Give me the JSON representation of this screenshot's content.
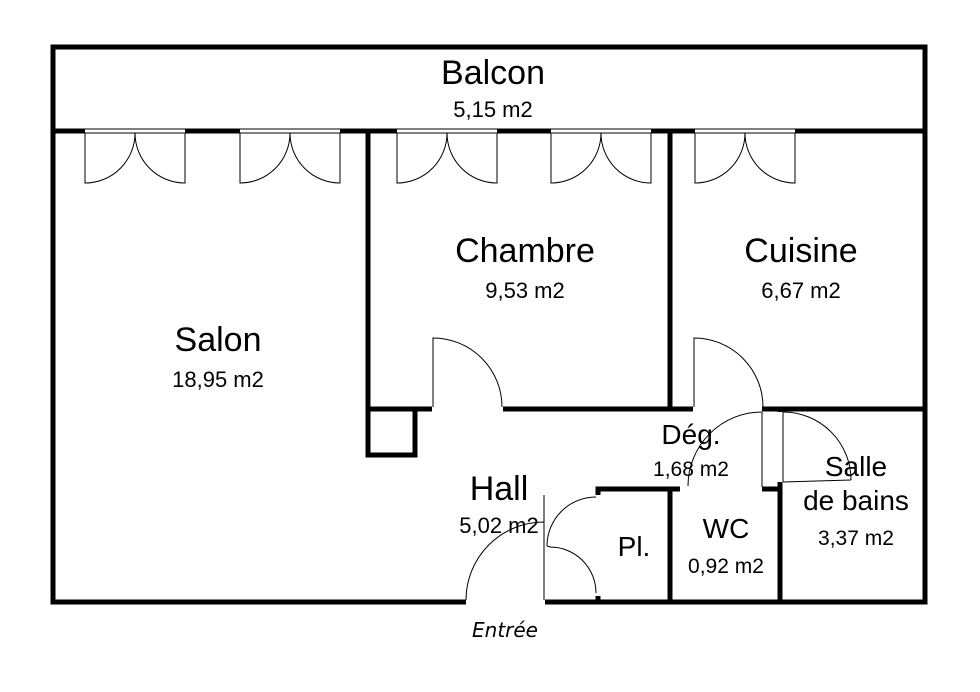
{
  "rooms": {
    "balcon": {
      "name": "Balcon",
      "area": "5,15 m2"
    },
    "salon": {
      "name": "Salon",
      "area": "18,95 m2"
    },
    "chambre": {
      "name": "Chambre",
      "area": "9,53 m2"
    },
    "cuisine": {
      "name": "Cuisine",
      "area": "6,67 m2"
    },
    "deg": {
      "name": "Dég.",
      "area": "1,68 m2"
    },
    "hall": {
      "name": "Hall",
      "area": "5,02 m2"
    },
    "placard": {
      "name": "Pl."
    },
    "wc": {
      "name": "WC",
      "area": "0,92 m2"
    },
    "sdb": {
      "name_line1": "Salle",
      "name_line2": "de bains",
      "area": "3,37 m2"
    }
  },
  "entrance_label": "Entrée"
}
